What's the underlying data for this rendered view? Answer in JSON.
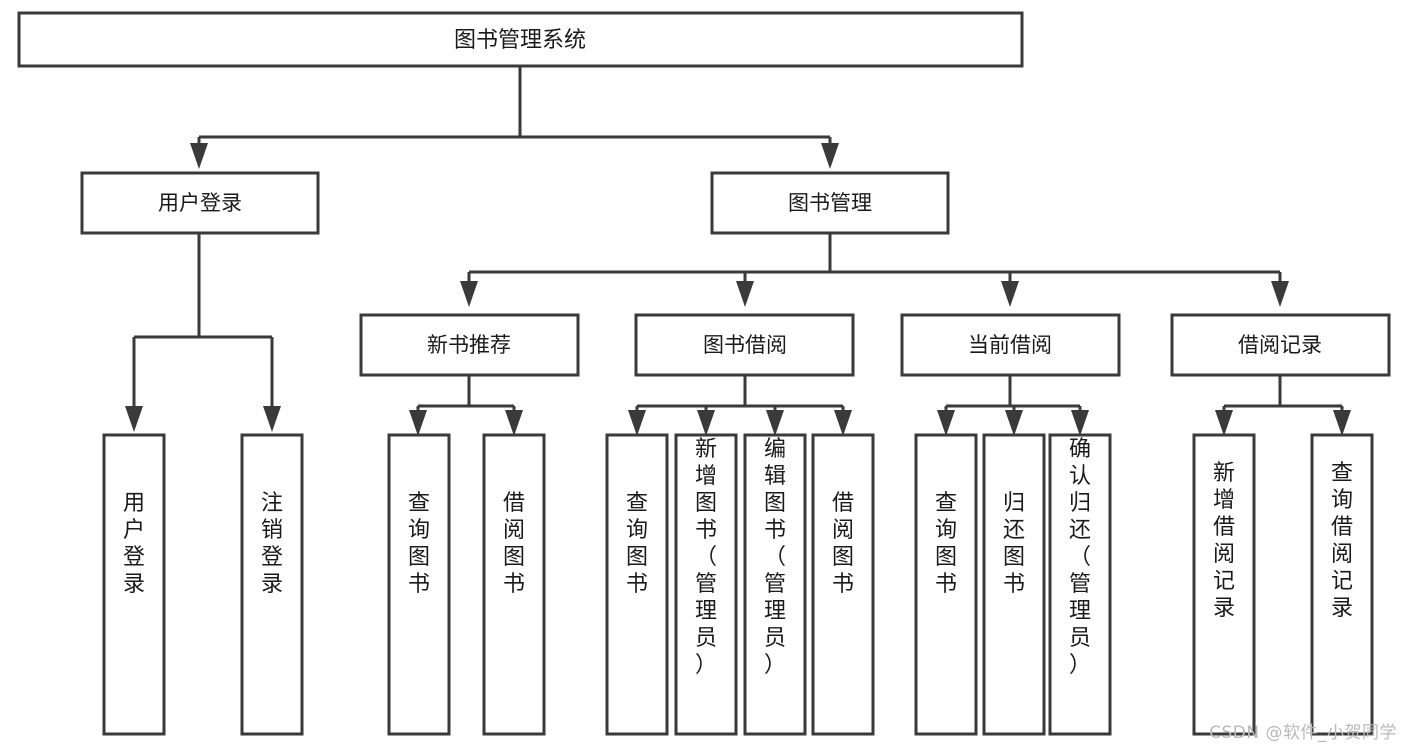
{
  "diagram": {
    "type": "tree",
    "title": "图书管理系统",
    "orientation": "top-down",
    "colors": {
      "box_fill": "#ffffff",
      "box_stroke": "#3a3a3a",
      "text": "#1a1a1a",
      "background": "#ffffff",
      "watermark": "#b9b9b9"
    },
    "root": {
      "label": "图书管理系统"
    },
    "level1": [
      {
        "label": "用户登录"
      },
      {
        "label": "图书管理"
      }
    ],
    "level2": [
      {
        "label": "新书推荐"
      },
      {
        "label": "图书借阅"
      },
      {
        "label": "当前借阅"
      },
      {
        "label": "借阅记录"
      }
    ],
    "leaves": {
      "user_login": [
        {
          "label": "用户登录"
        },
        {
          "label": "注销登录"
        }
      ],
      "new_book_recommend": [
        {
          "label": "查询图书"
        },
        {
          "label": "借阅图书"
        }
      ],
      "book_borrow": [
        {
          "label": "查询图书"
        },
        {
          "label": "新增图书（管理员）"
        },
        {
          "label": "编辑图书（管理员）"
        },
        {
          "label": "借阅图书"
        }
      ],
      "current_borrow": [
        {
          "label": "查询图书"
        },
        {
          "label": "归还图书"
        },
        {
          "label": "确认归还（管理员）"
        }
      ],
      "borrow_record": [
        {
          "label": "新增借阅记录"
        },
        {
          "label": "查询借阅记录"
        }
      ]
    }
  },
  "watermark": {
    "text": "CSDN @软件_小贺同学"
  }
}
